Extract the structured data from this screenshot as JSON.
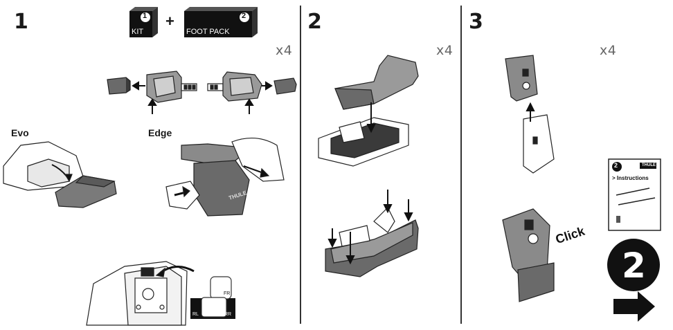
{
  "steps": [
    {
      "number": "1",
      "multiplier": "x4"
    },
    {
      "number": "2",
      "multiplier": "x4"
    },
    {
      "number": "3",
      "multiplier": "x4"
    }
  ],
  "kit": {
    "badge": "1",
    "label": "KIT",
    "plus": "+"
  },
  "foot_pack": {
    "badge": "2",
    "label": "FOOT PACK"
  },
  "labels": {
    "evo": "Evo",
    "edge": "Edge",
    "brand_on_part": "THULE",
    "click": "Click"
  },
  "positions": {
    "fr": "FR",
    "rl": "RL",
    "rr": "RR"
  },
  "booklet": {
    "badge": "2",
    "brand": "THULE",
    "title": "> Instructions"
  },
  "next_step": {
    "number": "2"
  }
}
